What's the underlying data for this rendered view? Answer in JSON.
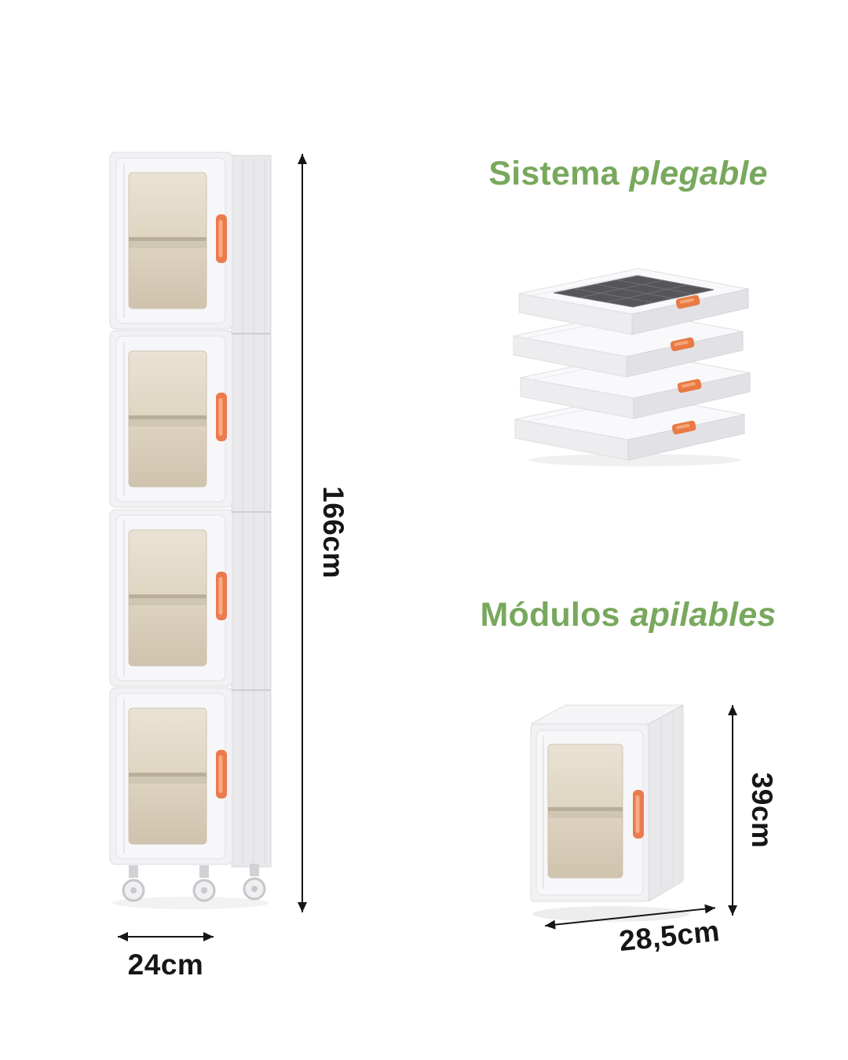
{
  "page": {
    "background": "#ffffff"
  },
  "colors": {
    "heading_green": "#78a85d",
    "handle_orange": "#ec7a4d",
    "dimension_ink": "#161616"
  },
  "sections": {
    "foldable": {
      "title_main": "Sistema",
      "title_accent": "plegable"
    },
    "stackable": {
      "title_main": "Módulos",
      "title_accent": "apilables"
    }
  },
  "dimensions": {
    "tall_cabinet_height": "166cm",
    "tall_cabinet_width": "24cm",
    "single_module_height": "39cm",
    "single_module_depth": "28,5cm"
  }
}
